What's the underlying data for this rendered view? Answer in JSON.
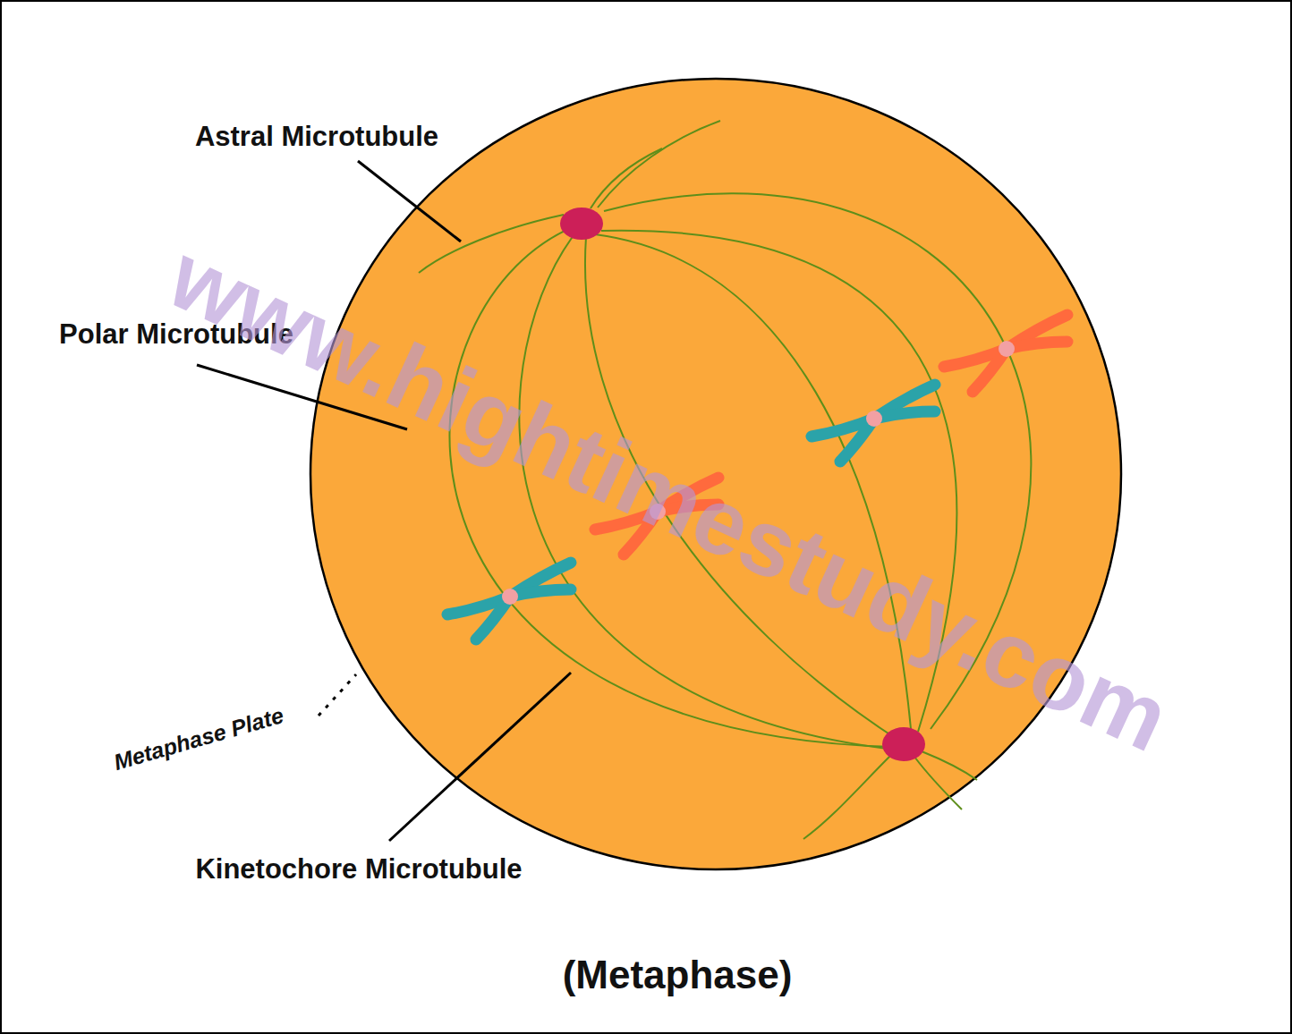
{
  "diagram": {
    "caption": "(Metaphase)",
    "labels": [
      "Astral Microtubule",
      "Polar Microtubule",
      "Metaphase Plate",
      "Kinetochore Microtubule",
      "www.hightimestudy.com"
    ]
  }
}
